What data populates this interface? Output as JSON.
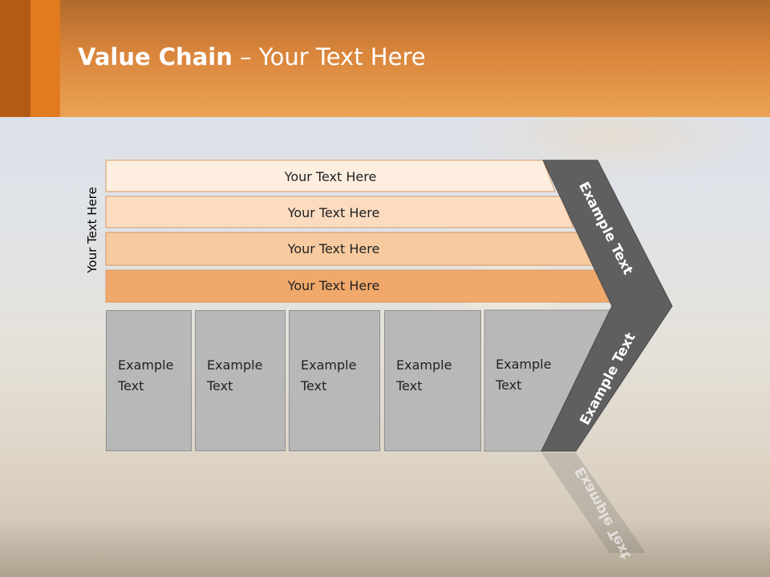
{
  "slide": {
    "title_bold": "Value Chain",
    "title_rest": " – Your Text Here",
    "side_label": "Your Text Here"
  },
  "bars": [
    {
      "label": "Your Text Here",
      "color": "#fdeee0"
    },
    {
      "label": "Your Text Here",
      "color": "#fbdcc1"
    },
    {
      "label": "Your Text Here",
      "color": "#f7ca9f"
    },
    {
      "label": "Your Text Here",
      "color": "#f0a86b"
    }
  ],
  "boxes": [
    {
      "line1": "Example",
      "line2": "Text"
    },
    {
      "line1": "Example",
      "line2": "Text"
    },
    {
      "line1": "Example",
      "line2": "Text"
    },
    {
      "line1": "Example",
      "line2": "Text"
    },
    {
      "line1": "Example",
      "line2": "Text"
    }
  ],
  "chevron": {
    "top_label": "Example Text",
    "bottom_label": "Example Text",
    "reflection_label": "Example Text",
    "color": "#5f5f5f"
  },
  "colors": {
    "header_accent": "#e27b1f",
    "header_dark": "#b35a14",
    "box_grey": "#b8b8b8"
  }
}
